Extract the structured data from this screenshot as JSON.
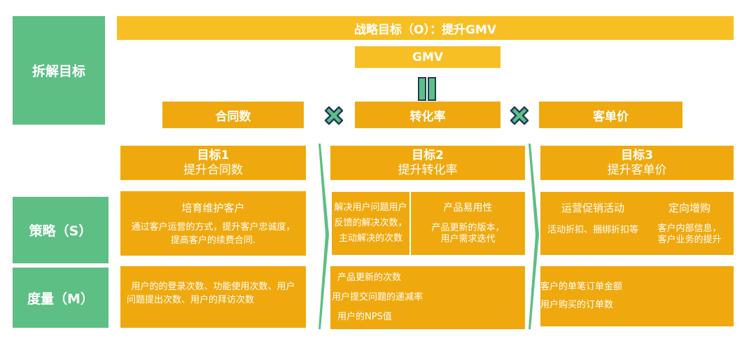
{
  "rows": {
    "decompose": "拆解目标",
    "strategy": "策略（S）",
    "measure": "度量（M）"
  },
  "objective": "战略目标（O）：提升GMV",
  "gmv": "GMV",
  "factors": [
    "合同数",
    "转化率",
    "客单价"
  ],
  "goals": [
    {
      "title": "目标1",
      "subtitle": "提升合同数"
    },
    {
      "title": "目标2",
      "subtitle": "提升转化率"
    },
    {
      "title": "目标3",
      "subtitle": "提升客单价"
    }
  ],
  "strategies": {
    "s1": {
      "title": "培育维护客户",
      "desc": [
        "通过客户运营的方式，提升客户忠诚度，",
        "提高客户的续费合同."
      ]
    },
    "s2a": {
      "lines": [
        "解决用户问题用户",
        "反馈的解决次数，",
        "主动解决的次数"
      ]
    },
    "s2b": {
      "title": "产品易用性",
      "desc": [
        "产品更新的版本，",
        "用户需求迭代"
      ]
    },
    "s3a": {
      "title": "运营促销活动",
      "desc": "活动折扣、捆绑折扣等"
    },
    "s3b": {
      "title": "定向增购",
      "desc": [
        "客户内部信息，",
        "客户业务的提升"
      ]
    }
  },
  "measures": {
    "m1": [
      "用户的的登录次数、功能使用次数、用户",
      "问题提出次数、用户的拜访次数"
    ],
    "m2": [
      "产品更新的次数",
      "用户提交问题的递减率",
      "用户的NPS值"
    ],
    "m3": [
      "客户的单笔订单金额",
      "用户购买的订单数"
    ]
  },
  "colors": {
    "green": "#5DBF84",
    "yellow": "#EFA90F",
    "top": "#F8BF24",
    "outline": "#1F3B5A"
  }
}
